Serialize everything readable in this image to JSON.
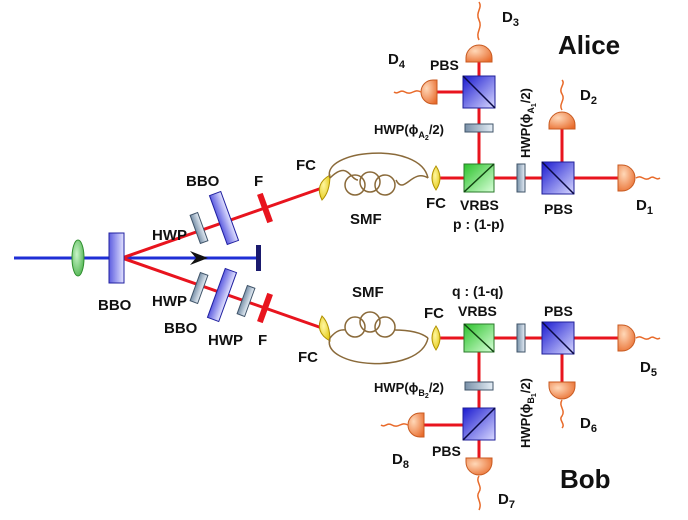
{
  "parties": {
    "alice": "Alice",
    "bob": "Bob"
  },
  "labels": {
    "bbo": "BBO",
    "hwp": "HWP",
    "filter": "F",
    "fc": "FC",
    "smf": "SMF",
    "pbs": "PBS",
    "vrbs": "VRBS",
    "ratio_alice": "p : (1-p)",
    "ratio_bob": "q : (1-q)"
  },
  "detectors": {
    "d1": "1",
    "d2": "2",
    "d3": "3",
    "d4": "4",
    "d5": "5",
    "d6": "6",
    "d7": "7",
    "d8": "8"
  },
  "hwp_angles": {
    "a1_sub": "A",
    "a1_idx": "1",
    "a2_sub": "A",
    "a2_idx": "2",
    "b1_sub": "B",
    "b1_idx": "1",
    "b2_sub": "B",
    "b2_idx": "2"
  },
  "colors": {
    "pump": "#1f2fd6",
    "beam": "#e8141e",
    "fiber": "#8a6a3a",
    "cube_blue": "#3b3fe0",
    "cube_green": "#3fd23f",
    "coupler": "#f0d800",
    "detector": "#f08a4a",
    "lens": "#52c452"
  }
}
